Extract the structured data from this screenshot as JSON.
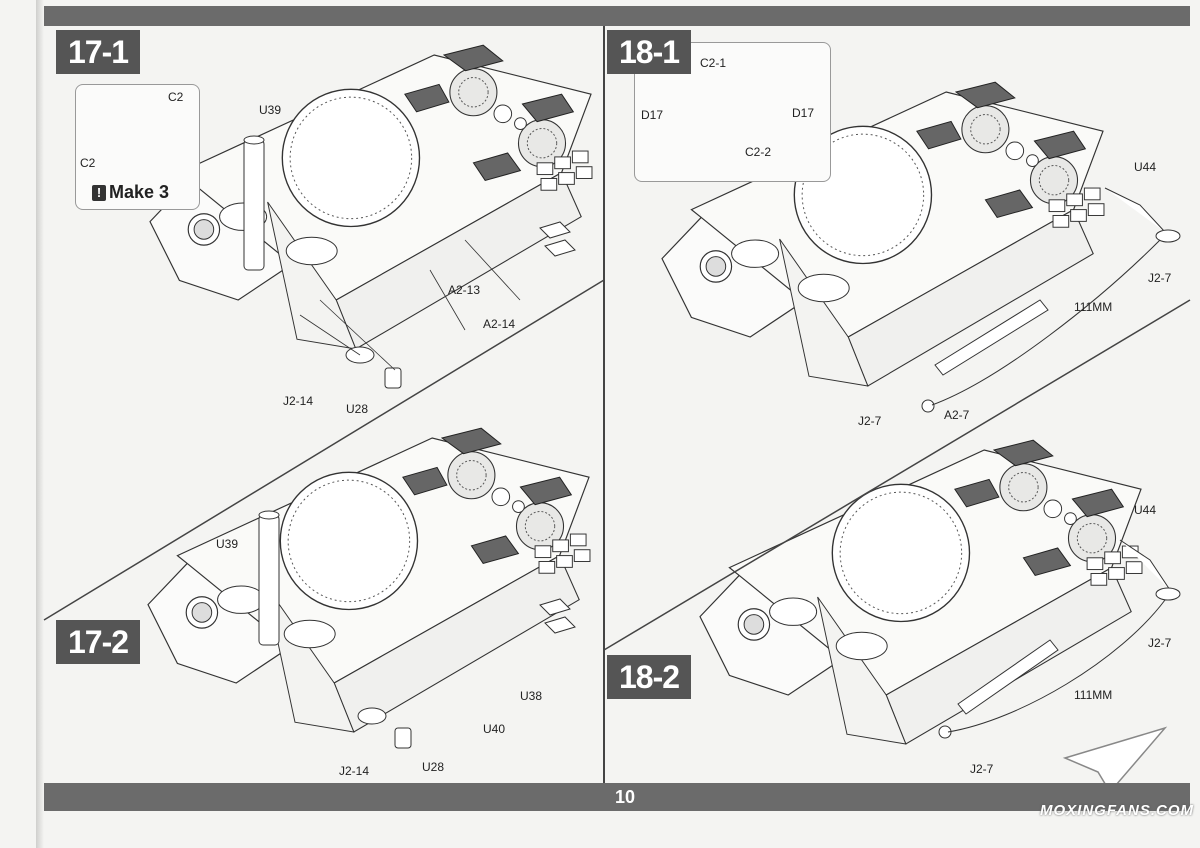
{
  "page": {
    "number": "10"
  },
  "steps": {
    "s17_1": "17-1",
    "s17_2": "17-2",
    "s18_1": "18-1",
    "s18_2": "18-2"
  },
  "insets": {
    "c2": {
      "label_top": "C2",
      "label_bottom": "C2",
      "note": "Make 3"
    },
    "c2_d17": {
      "c2_1": "C2-1",
      "c2_2": "C2-2",
      "d17_left": "D17",
      "d17_right": "D17"
    }
  },
  "labels_17_1": {
    "u39": "U39",
    "a2_13": "A2-13",
    "a2_14": "A2-14",
    "j2_14": "J2-14",
    "u28": "U28"
  },
  "labels_17_2": {
    "u39": "U39",
    "u38": "U38",
    "u40": "U40",
    "j2_14": "J2-14",
    "u28": "U28"
  },
  "labels_18_1": {
    "u44": "U44",
    "j2_7_right": "J2-7",
    "mm111": "111MM",
    "j2_7_left": "J2-7",
    "a2_7": "A2-7"
  },
  "labels_18_2": {
    "u44": "U44",
    "j2_7_right": "J2-7",
    "mm111": "111MM",
    "j2_7_bottom": "J2-7"
  },
  "watermark": "MOXINGFANS.COM"
}
